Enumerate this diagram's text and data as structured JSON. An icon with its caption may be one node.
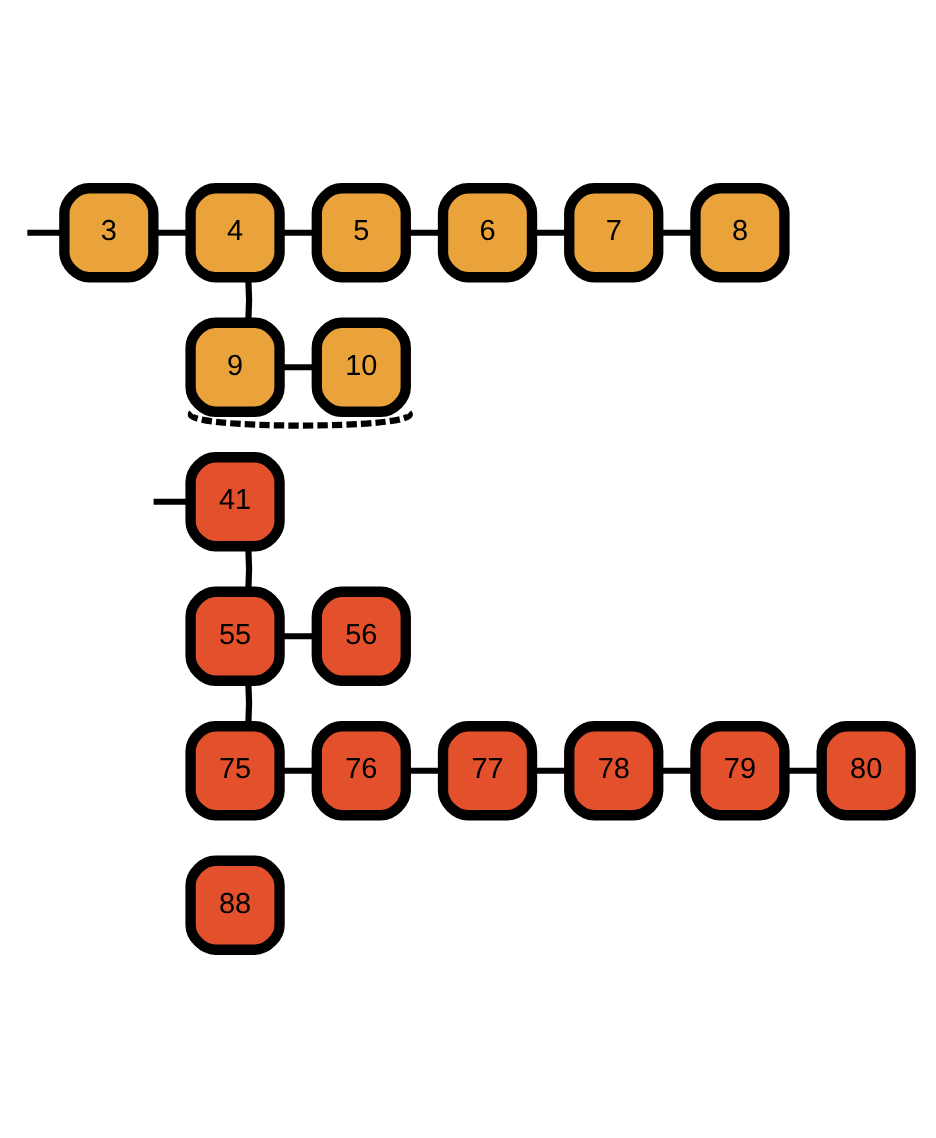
{
  "diagram": {
    "nodes": [
      {
        "text": [
          "3"
        ]
      },
      {
        "text": [
          "4"
        ]
      },
      {
        "text": [
          "5"
        ]
      },
      {
        "text": [
          "6"
        ]
      },
      {
        "text": [
          "7"
        ]
      },
      {
        "text": [
          "8"
        ]
      },
      {
        "text": [
          "9"
        ]
      },
      {
        "text": [
          "10"
        ]
      },
      {
        "text": [
          "41"
        ]
      },
      {
        "text": [
          "55"
        ]
      },
      {
        "text": [
          "56"
        ]
      },
      {
        "text": [
          "75"
        ]
      },
      {
        "text": [
          "76"
        ]
      },
      {
        "text": [
          "77"
        ]
      },
      {
        "text": [
          "78"
        ]
      },
      {
        "text": [
          "79"
        ]
      },
      {
        "text": [
          "80"
        ]
      },
      {
        "text": [
          "88"
        ]
      }
    ],
    "edges": [
      {
        "from": null,
        "to": 0,
        "arrow": "none"
      },
      {
        "from": 0,
        "to": 1,
        "arrow": "none"
      },
      {
        "from": 1,
        "to": 2,
        "arrow": "none"
      },
      {
        "from": 2,
        "to": 3,
        "arrow": "none"
      },
      {
        "from": 3,
        "to": 4,
        "arrow": "none"
      },
      {
        "from": 4,
        "to": 5,
        "arrow": "none"
      },
      {
        "from": 1,
        "to": 6,
        "arrow": "none"
      },
      {
        "from": 6,
        "to": 7,
        "arrow": "none"
      },
      {
        "from": 6,
        "to": 7,
        "arrow": "none",
        "style": "dashed"
      },
      {
        "from": null,
        "to": 8,
        "arrow": "none"
      },
      {
        "from": 8,
        "to": 9,
        "arrow": "none"
      },
      {
        "from": 9,
        "to": 10,
        "arrow": "none"
      },
      {
        "from": 9,
        "to": 11,
        "arrow": "none"
      },
      {
        "from": 11,
        "to": 12,
        "arrow": "none"
      },
      {
        "from": 12,
        "to": 13,
        "arrow": "none"
      },
      {
        "from": 13,
        "to": 14,
        "arrow": "none"
      },
      {
        "from": 14,
        "to": 15,
        "arrow": "none"
      },
      {
        "from": 15,
        "to": 16,
        "arrow": "none"
      }
    ]
  }
}
